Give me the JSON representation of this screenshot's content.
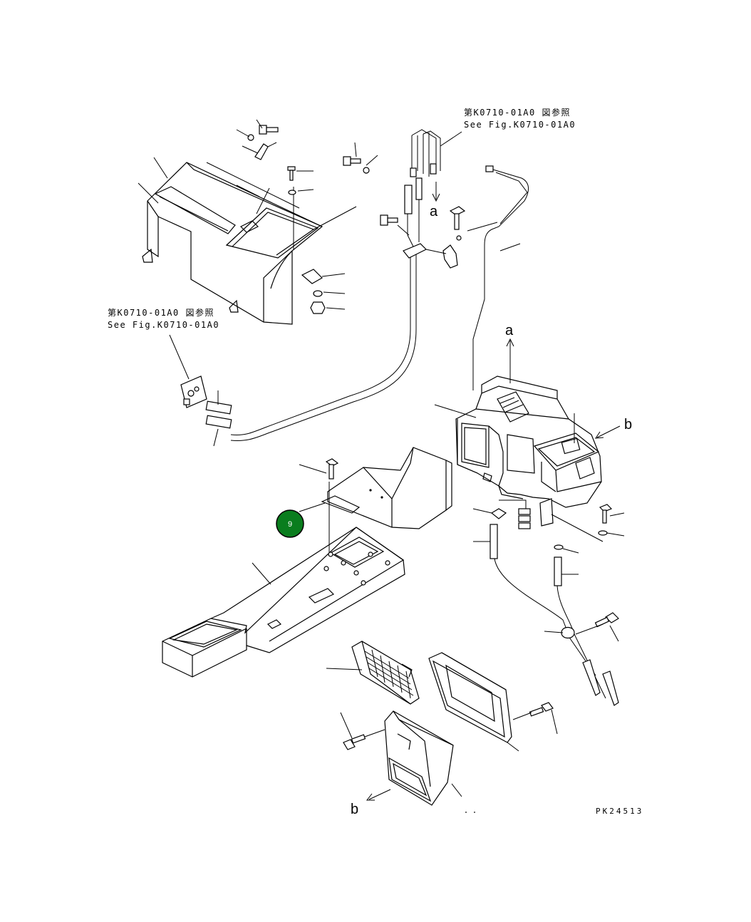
{
  "references": {
    "top_right": {
      "jp": "第K0710-01A0 図参照",
      "en": "See Fig.K0710-01A0"
    },
    "left": {
      "jp": "第K0710-01A0 図参照",
      "en": "See Fig.K0710-01A0"
    }
  },
  "letters": {
    "a_top": "a",
    "a_mid": "a",
    "b_right": "b",
    "b_bottom": "b"
  },
  "callout": {
    "number": "9",
    "color": "#0a7d1e"
  },
  "drawing_code": "PK24513"
}
